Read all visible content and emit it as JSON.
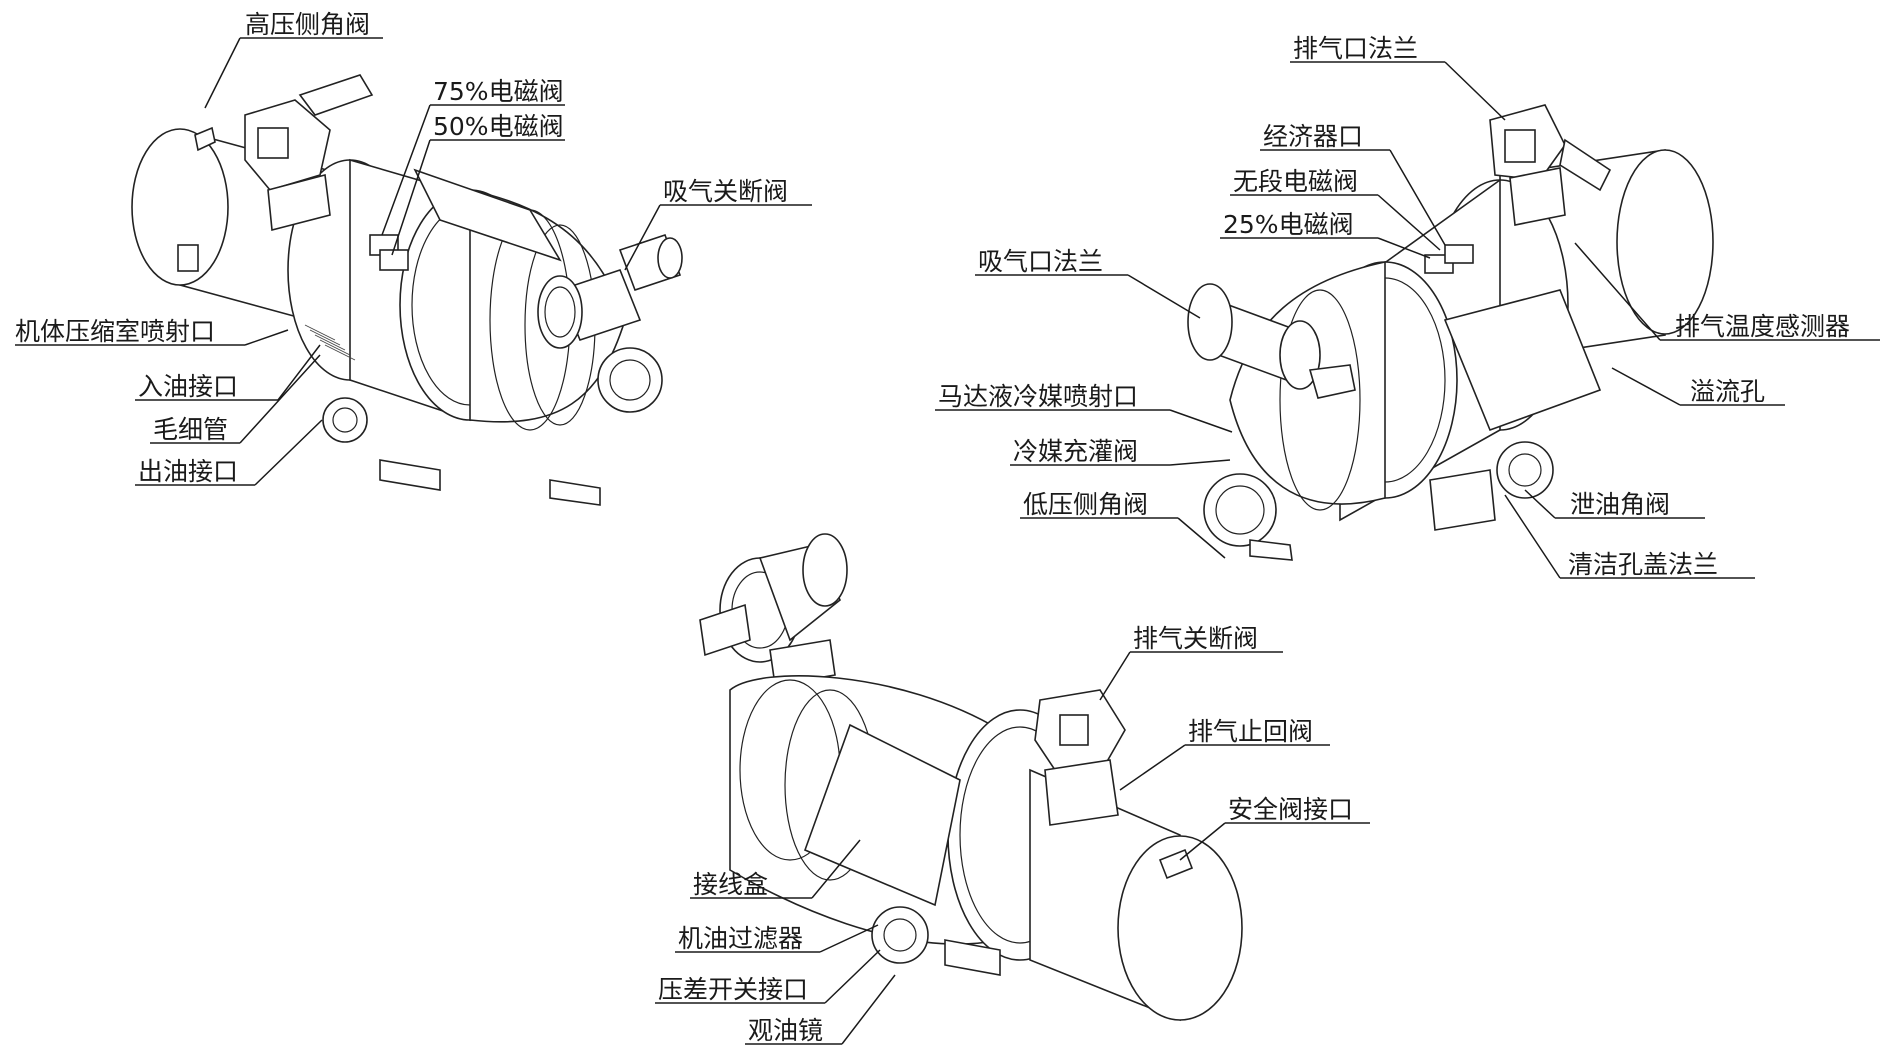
{
  "labels": {
    "c1_high_pressure_angle_valve": "高压侧角阀",
    "c1_valve_75": "75%电磁阀",
    "c1_valve_50": "50%电磁阀",
    "c1_suction_shutoff_valve": "吸气关断阀",
    "c1_body_injection_port": "机体压缩室喷射口",
    "c1_oil_inlet": "入油接口",
    "c1_capillary": "毛细管",
    "c1_oil_outlet": "出油接口",
    "c2_discharge_flange": "排气口法兰",
    "c2_economizer_port": "经济器口",
    "c2_stepless_valve": "无段电磁阀",
    "c2_valve_25": "25%电磁阀",
    "c2_suction_flange": "吸气口法兰",
    "c2_discharge_temp_sensor": "排气温度感测器",
    "c2_overflow_hole": "溢流孔",
    "c2_motor_injection_port": "马达液冷媒喷射口",
    "c2_refrigerant_charge_valve": "冷媒充灌阀",
    "c2_low_pressure_angle_valve": "低压侧角阀",
    "c2_oil_drain_angle_valve": "泄油角阀",
    "c2_cleaning_hole_flange": "清洁孔盖法兰",
    "c3_discharge_shutoff_valve": "排气关断阀",
    "c3_discharge_check_valve": "排气止回阀",
    "c3_safety_valve_port": "安全阀接口",
    "c3_junction_box": "接线盒",
    "c3_oil_filter": "机油过滤器",
    "c3_pressure_switch_port": "压差开关接口",
    "c3_oil_sight_glass": "观油镜"
  }
}
